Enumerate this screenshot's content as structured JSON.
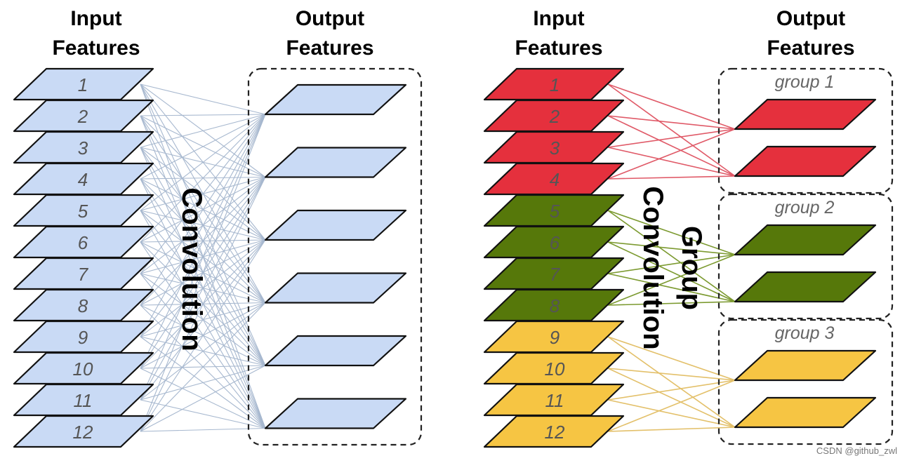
{
  "left_panel": {
    "input_header": [
      "Input",
      "Features"
    ],
    "output_header": [
      "Output",
      "Features"
    ],
    "input_numbers": [
      "1",
      "2",
      "3",
      "4",
      "5",
      "6",
      "7",
      "8",
      "9",
      "10",
      "11",
      "12"
    ],
    "center_label": "Convolution",
    "fill_color": "#c9daf5",
    "line_color": "#a7b8cf",
    "output_count": 6
  },
  "right_panel": {
    "input_header": [
      "Input",
      "Features"
    ],
    "output_header": [
      "Output",
      "Features"
    ],
    "input_numbers": [
      "1",
      "2",
      "3",
      "4",
      "5",
      "6",
      "7",
      "8",
      "9",
      "10",
      "11",
      "12"
    ],
    "center_label_line1": "Group",
    "center_label_line2": "Convolution",
    "groups": [
      {
        "label": "group 1",
        "color": "#e5303d",
        "line_color": "#e05a68",
        "inputs": [
          1,
          2,
          3,
          4
        ]
      },
      {
        "label": "group 2",
        "color": "#56780a",
        "line_color": "#7c9a30",
        "inputs": [
          5,
          6,
          7,
          8
        ]
      },
      {
        "label": "group 3",
        "color": "#f6c543",
        "line_color": "#e3c06a",
        "inputs": [
          9,
          10,
          11,
          12
        ]
      }
    ]
  },
  "watermark": "CSDN @github_zwl"
}
